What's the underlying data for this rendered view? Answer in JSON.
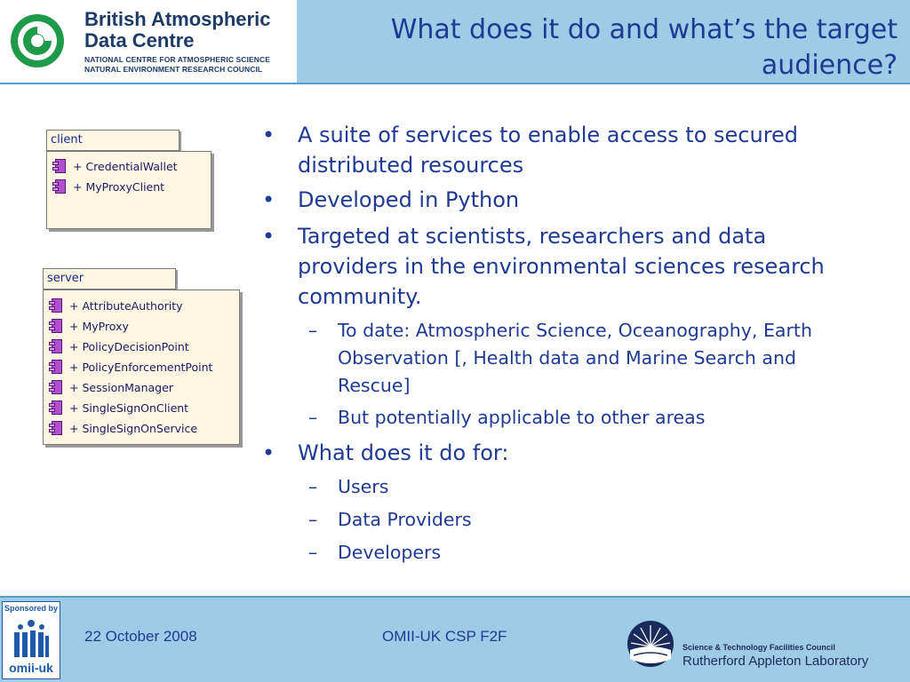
{
  "header": {
    "logo_title": "British Atmospheric Data Centre",
    "logo_subtitle_1": "NATIONAL CENTRE FOR ATMOSPHERIC SCIENCE",
    "logo_subtitle_2": "NATURAL ENVIRONMENT RESEARCH COUNCIL",
    "title": "What does it do and what’s the target audience?"
  },
  "diagram": {
    "client": {
      "name": "client",
      "items": [
        "+ CredentialWallet",
        "+ MyProxyClient"
      ]
    },
    "server": {
      "name": "server",
      "items": [
        "+ AttributeAuthority",
        "+ MyProxy",
        "+ PolicyDecisionPoint",
        "+ PolicyEnforcementPoint",
        "+ SessionManager",
        "+ SingleSignOnClient",
        "+ SingleSignOnService"
      ]
    }
  },
  "bullets": [
    {
      "text": "A suite of services to enable access to secured distributed resources"
    },
    {
      "text": "Developed in Python"
    },
    {
      "text": "Targeted at scientists, researchers and data providers in the environmental sciences research community."
    },
    {
      "text": "To date: Atmospheric Science, Oceanography, Earth Observation [, Health data and Marine Search and Rescue]"
    },
    {
      "text": "But potentially applicable to other areas"
    },
    {
      "text": "What does it do for:"
    },
    {
      "text": "Users"
    },
    {
      "text": "Data Providers"
    },
    {
      "text": "Developers"
    }
  ],
  "bullet_marker": "•",
  "sub_marker": "–",
  "footer": {
    "sponsored_by": "Sponsored by",
    "sponsor_name": "omii-uk",
    "date": "22 October 2008",
    "event": "OMII-UK CSP F2F",
    "council": "Science & Technology Facilities Council",
    "lab": "Rutherford Appleton Laboratory"
  },
  "colors": {
    "title_band": "#9ecbe6",
    "text": "#1f3a93",
    "badc_green": "#1f9a4a"
  }
}
